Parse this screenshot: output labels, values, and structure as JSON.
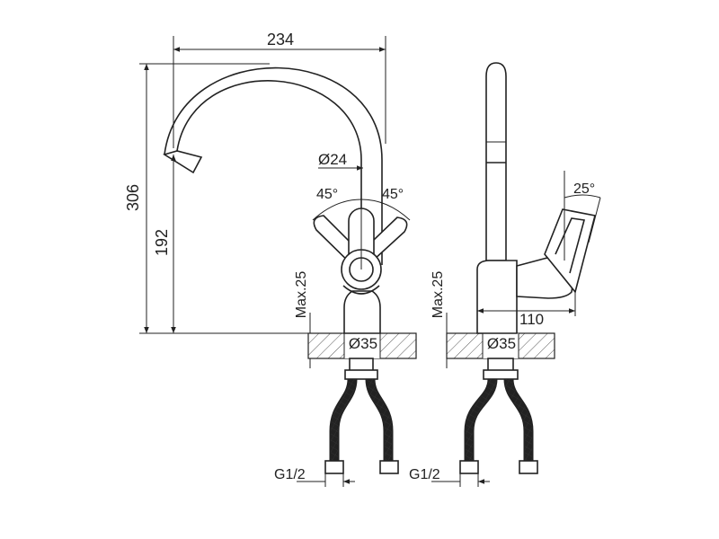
{
  "drawing": {
    "dimensions": {
      "width_total": "234",
      "height_total": "306",
      "spout_height": "192",
      "spout_diameter": "Ø24",
      "handle_angle_left": "45°",
      "handle_angle_right": "45°",
      "max_thickness_front": "Max.25",
      "max_thickness_side": "Max.25",
      "hole_diameter_front": "Ø35",
      "hole_diameter_side": "Ø35",
      "handle_reach": "110",
      "lever_angle": "25°",
      "thread_front": "G1/2",
      "thread_side": "G1/2"
    },
    "colors": {
      "line": "#222222",
      "background": "#ffffff"
    }
  }
}
